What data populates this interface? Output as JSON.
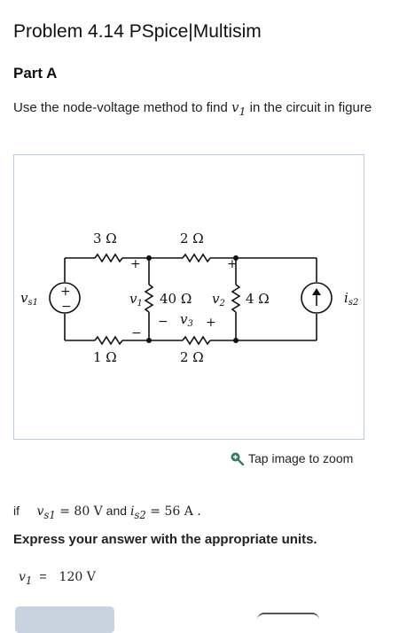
{
  "problem": {
    "title": "Problem 4.14 PSpice|Multisim",
    "part": "Part A",
    "prompt_before": "Use the node-voltage method to find ",
    "prompt_var": "v",
    "prompt_sub": "1",
    "prompt_after": " in the circuit in figure"
  },
  "figure": {
    "labels": {
      "r_top_left": "3 Ω",
      "r_top_right": "2 Ω",
      "r_bottom_left": "1 Ω",
      "r_bottom_right": "2 Ω",
      "r_middle": "40 Ω",
      "r_right": "4 Ω",
      "vs1": "v",
      "vs1_sub": "s1",
      "is2": "i",
      "is2_sub": "s2",
      "v1": "v",
      "v1_sub": "1",
      "v2": "v",
      "v2_sub": "2",
      "v3": "v",
      "v3_sub": "3",
      "plus": "+",
      "minus": "−"
    },
    "zoom_hint": "Tap image to zoom",
    "zoom_icon": "magnifier-plus-icon"
  },
  "given": {
    "if_word": "if",
    "vs1_var": "v",
    "vs1_sub": "s1",
    "vs1_value": " = 80 V",
    "and_word": " and ",
    "is2_var": "i",
    "is2_sub": "s2",
    "is2_value": " = 56 A ."
  },
  "instruction": "Express your answer with the appropriate units.",
  "answer": {
    "var": "v",
    "sub": "1",
    "equals": "=",
    "value": "120 V"
  },
  "colors": {
    "figure_border": "#b9cbe0",
    "submit_bg": "#c9d3df",
    "zoom_icon": "#2e7d5b"
  }
}
